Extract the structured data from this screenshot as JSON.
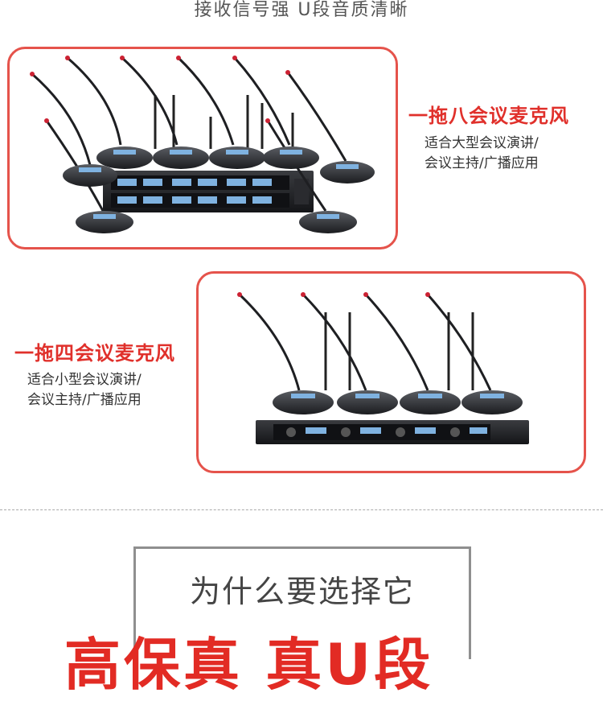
{
  "header": {
    "tagline": "接收信号强  U段音质清晰"
  },
  "product_8": {
    "title": "一拖八会议麦克风",
    "desc_line1": "适合大型会议演讲/",
    "desc_line2": "会议主持/广播应用"
  },
  "product_4": {
    "title": "一拖四会议麦克风",
    "desc_line1": "适合小型会议演讲/",
    "desc_line2": "会议主持/广播应用"
  },
  "why_section": {
    "heading": "为什么要选择它",
    "big_text": "高保真 真U段"
  },
  "colors": {
    "accent": "#e0302b",
    "card_border": "#e5534b",
    "receiver": "#1e1f22",
    "display": "#7fb2e0"
  },
  "icons": [
    "gooseneck-microphone-icon",
    "antenna-icon",
    "receiver-unit-icon"
  ]
}
